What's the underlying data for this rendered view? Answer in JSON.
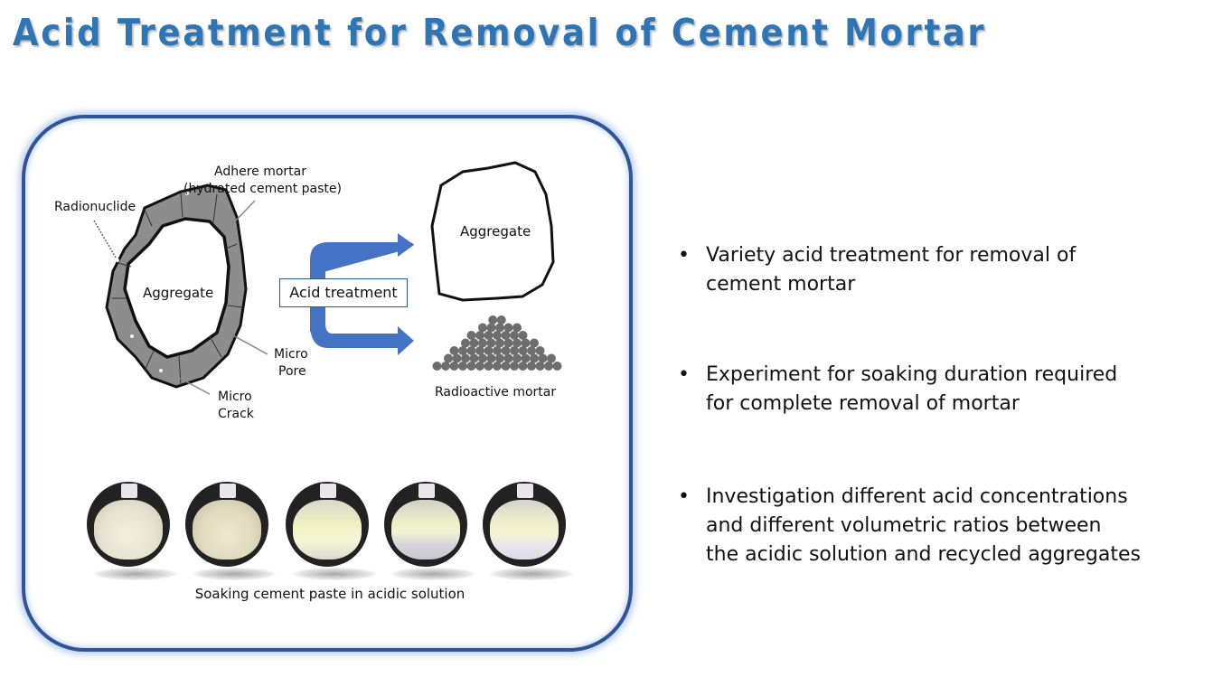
{
  "slide": {
    "title": "Acid Treatment for Removal of Cement Mortar",
    "accent_color": "#2e75b6",
    "panel_border_color": "#2f5597"
  },
  "diagram": {
    "before": {
      "aggregate_label": "Aggregate",
      "adhere_mortar_label_line1": "Adhere mortar",
      "adhere_mortar_label_line2": "(hydrated cement paste)",
      "radionuclide_label": "Radionuclide",
      "micro_pore_label_line1": "Micro",
      "micro_pore_label_line2": "Pore",
      "micro_crack_label_line1": "Micro",
      "micro_crack_label_line2": "Crack"
    },
    "process_label": "Acid treatment",
    "after": {
      "aggregate_label": "Aggregate",
      "mortar_label": "Radioactive mortar"
    }
  },
  "photos": {
    "caption": "Soaking cement paste in acidic solution",
    "count": 5
  },
  "bullets": [
    {
      "marker": "•",
      "lines": [
        "Variety acid treatment for removal of",
        "cement mortar"
      ]
    },
    {
      "marker": "•",
      "lines": [
        "Experiment for soaking duration required",
        "for complete removal of mortar"
      ]
    },
    {
      "marker": "•",
      "lines": [
        "Investigation different acid concentrations",
        "and different volumetric ratios between",
        "the acidic solution and recycled aggregates"
      ]
    }
  ]
}
